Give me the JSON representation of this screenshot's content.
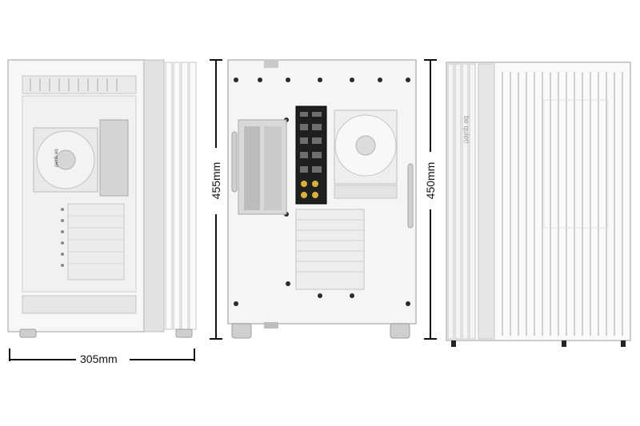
{
  "dimensions": {
    "width_label": "305mm",
    "height_front_label": "455mm",
    "depth_label": "450mm"
  },
  "branding": {
    "fan_logo": "be quiet!",
    "side_logo": "be quiet!"
  },
  "colors": {
    "case_white": "#f4f4f4",
    "panel_grey": "#d9d9d9",
    "outline": "#b5b5b5",
    "dark": "#222222"
  }
}
